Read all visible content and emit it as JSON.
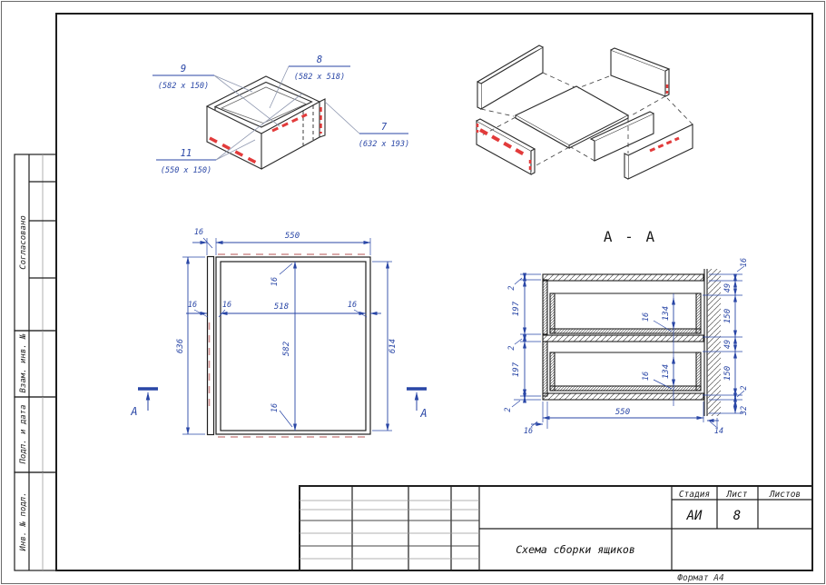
{
  "page": {
    "format_label": "Формат А4"
  },
  "left_strip": {
    "items": [
      {
        "label": "Согласовано"
      },
      {
        "label": "Взам. инв. №"
      },
      {
        "label": "Подп. и дата"
      },
      {
        "label": "Инв. № подл."
      }
    ]
  },
  "title_block": {
    "stage_header": "Стадия",
    "sheet_header": "Лист",
    "sheets_header": "Листов",
    "stage_value": "АИ",
    "sheet_value": "8",
    "sheets_value": "",
    "doc_title": "Схема сборки ящиков"
  },
  "iso_assembled": {
    "callouts": [
      {
        "num": "9",
        "size": "(582 x 150)"
      },
      {
        "num": "8",
        "size": "(582 x 518)"
      },
      {
        "num": "7",
        "size": "(632 x 193)"
      },
      {
        "num": "11",
        "size": "(550 x 150)"
      }
    ]
  },
  "plan": {
    "d16": "16",
    "d550": "550",
    "d518": "518",
    "d582": "582",
    "d636": "636",
    "d614": "614",
    "section_letter": "A"
  },
  "section": {
    "title": "A - A",
    "left_chain": [
      "2",
      "197",
      "2",
      "197",
      "2"
    ],
    "right_chain": [
      "16",
      "49",
      "150",
      "49",
      "150",
      "2",
      "32"
    ],
    "drawer_inner_height": "134",
    "drawer_bottom_thickness": "16",
    "bottom_left": "16",
    "bottom_width": "550",
    "bottom_right": "14"
  },
  "colors": {
    "dim_blue": "#2946a6",
    "line_black": "#1f1f1f",
    "red_bright": "#e23b3b",
    "red_soft": "#cf8e8e"
  }
}
